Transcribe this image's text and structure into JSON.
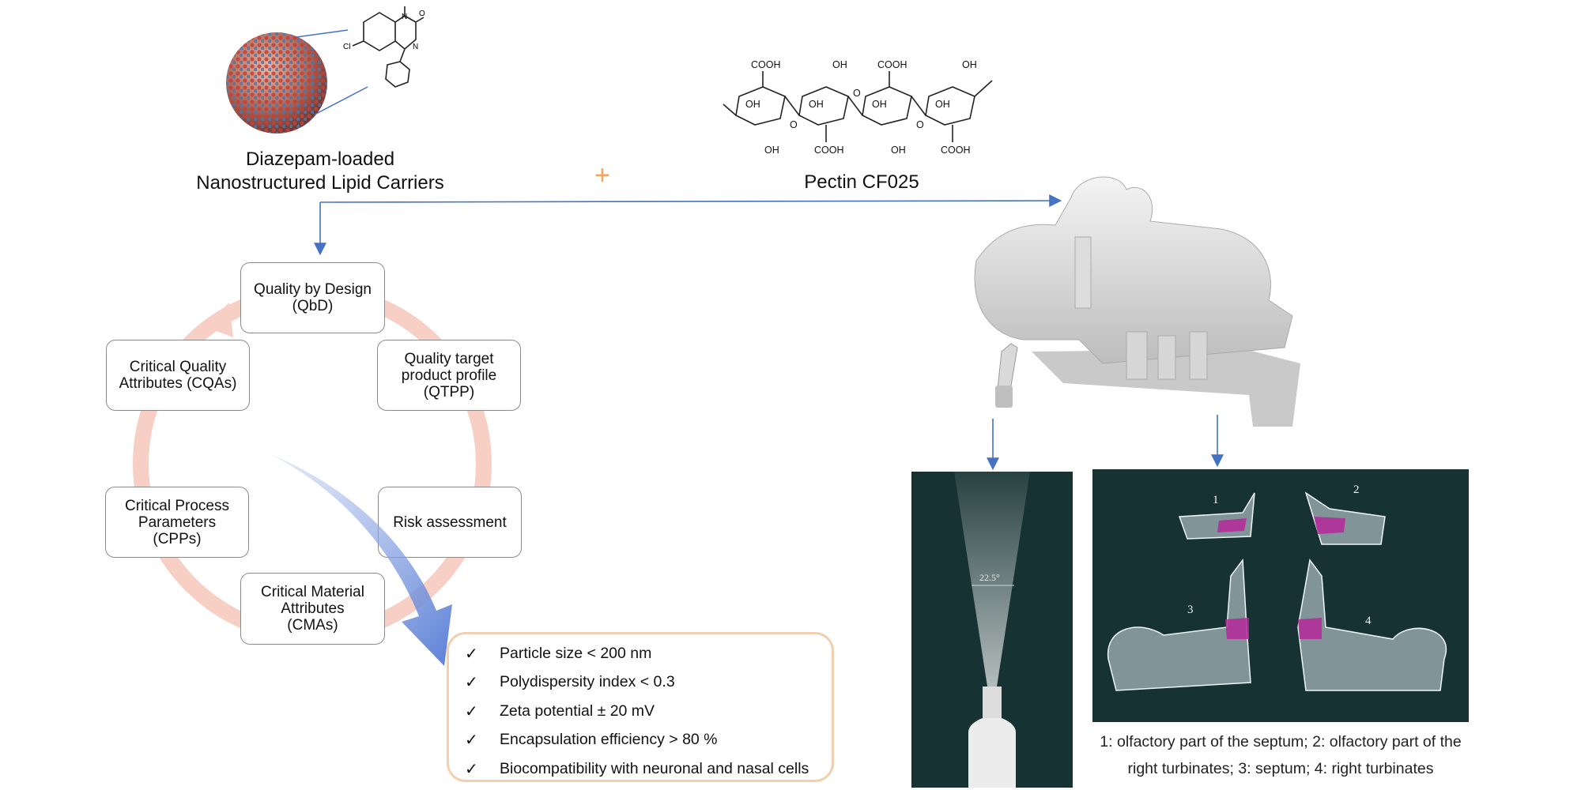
{
  "nlc": {
    "line1": "Diazepam-loaded",
    "line2": "Nanostructured Lipid Carriers"
  },
  "plus": "+",
  "pectin": {
    "label": "Pectin CF025",
    "cooh": "COOH",
    "oh": "OH",
    "o": "O"
  },
  "molecule": {
    "n": "N",
    "o": "O",
    "cl": "Cl"
  },
  "cycle": {
    "qbd": "Quality by Design\n(QbD)",
    "qtpp": "Quality target\nproduct profile\n(QTPP)",
    "risk": "Risk assessment",
    "cma": "Critical Material\nAttributes\n(CMAs)",
    "cpp": "Critical Process\nParameters\n(CPPs)",
    "cqa": "Critical Quality\nAttributes (CQAs)"
  },
  "criteria": [
    "Particle size < 200 nm",
    "Polydispersity index < 0.3",
    "Zeta potential ± 20 mV",
    "Encapsulation efficiency > 80 %",
    "Biocompatibility with neuronal and nasal  cells"
  ],
  "check_icon": "✓",
  "spray_angle": "22.5°",
  "parts": [
    "1",
    "2",
    "3",
    "4"
  ],
  "caption": {
    "line1": "1: olfactory part of the septum; 2: olfactory part of the",
    "line2": "right turbinates; 3: septum; 4: right turbinates"
  },
  "colors": {
    "arrow": "#4472c4",
    "cycle_ring": "#f7cfc4",
    "plus": "#f4a460",
    "big_arrow": "#6f8fd8"
  }
}
